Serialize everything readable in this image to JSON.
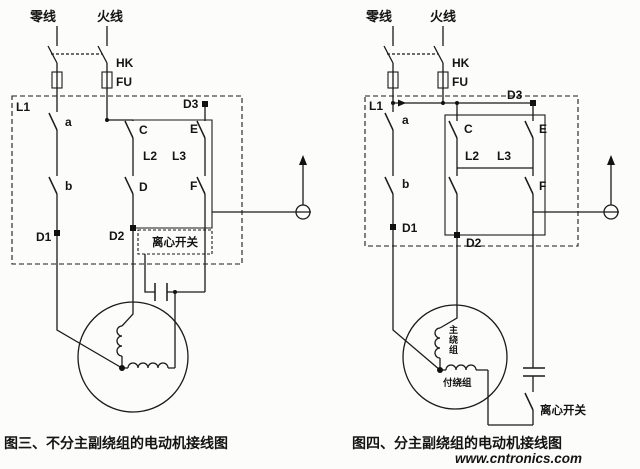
{
  "watermark": {
    "text": "www.cntronics.com",
    "color": "#3cb043"
  },
  "left_panel": {
    "caption": "图三、不分主副绕组的电动机接线图",
    "supply": {
      "neutral_label": "零线",
      "live_label": "火线",
      "switch_label": "HK",
      "fuse_label": "FU"
    },
    "terminals": {
      "l1": "L1",
      "l2": "L2",
      "l3": "L3",
      "d1": "D1",
      "d2": "D2",
      "d3": "D3"
    },
    "contacts": {
      "a": "a",
      "b": "b",
      "c": "C",
      "d": "D",
      "e": "E",
      "f": "F"
    },
    "centrifugal_switch_label": "离心开关"
  },
  "right_panel": {
    "caption": "图四、分主副绕组的电动机接线图",
    "supply": {
      "neutral_label": "零线",
      "live_label": "火线",
      "switch_label": "HK",
      "fuse_label": "FU"
    },
    "terminals": {
      "l1": "L1",
      "l2": "L2",
      "l3": "L3",
      "d1": "D1",
      "d2": "D2",
      "d3": "D3"
    },
    "contacts": {
      "a": "a",
      "b": "b",
      "c": "C",
      "e": "E",
      "f": "F"
    },
    "windings": {
      "main": "主绕组",
      "aux": "付绕组"
    },
    "centrifugal_switch_label": "离心开关"
  }
}
